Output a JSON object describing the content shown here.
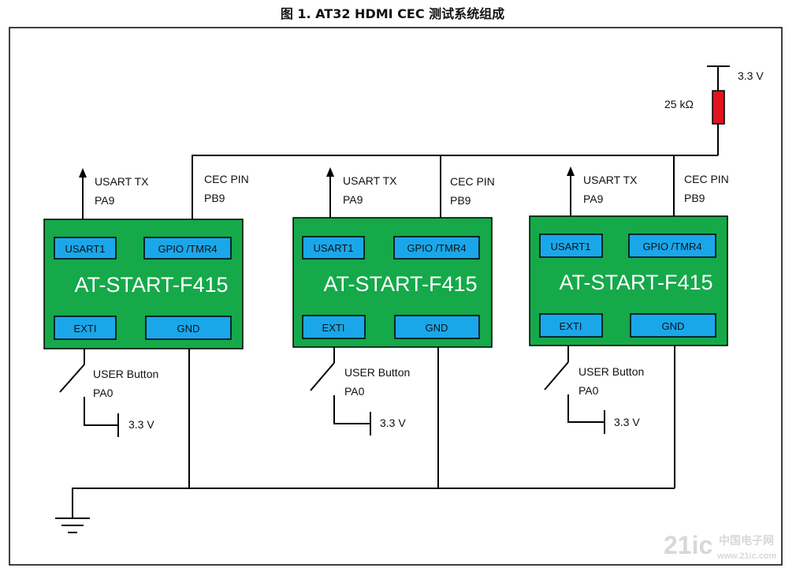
{
  "figure_title": "图 1. AT32 HDMI CEC 测试系统组成",
  "supply": {
    "voltage": "3.3 V",
    "resistor": "25 kΩ"
  },
  "boards": [
    {
      "name": "AT-START-F415",
      "pin_tl": "USART1",
      "pin_tr": "GPIO /TMR4",
      "pin_bl": "EXTI",
      "pin_br": "GND",
      "usart_label": "USART TX",
      "usart_pin": "PA9",
      "cec_label": "CEC PIN",
      "cec_pin": "PB9",
      "button_label": "USER Button",
      "button_pin": "PA0",
      "button_supply": "3.3 V"
    },
    {
      "name": "AT-START-F415",
      "pin_tl": "USART1",
      "pin_tr": "GPIO /TMR4",
      "pin_bl": "EXTI",
      "pin_br": "GND",
      "usart_label": "USART TX",
      "usart_pin": "PA9",
      "cec_label": "CEC PIN",
      "cec_pin": "PB9",
      "button_label": "USER Button",
      "button_pin": "PA0",
      "button_supply": "3.3 V"
    },
    {
      "name": "AT-START-F415",
      "pin_tl": "USART1",
      "pin_tr": "GPIO /TMR4",
      "pin_bl": "EXTI",
      "pin_br": "GND",
      "usart_label": "USART TX",
      "usart_pin": "PA9",
      "cec_label": "CEC PIN",
      "cec_pin": "PB9",
      "button_label": "USER Button",
      "button_pin": "PA0",
      "button_supply": "3.3 V"
    }
  ],
  "watermark": {
    "logo": "21ic",
    "cn": "中国电子网",
    "url": "www.21ic.com"
  },
  "colors": {
    "board": "#15a94a",
    "pin": "#1aa7ea",
    "resistor": "#e0141e",
    "wire": "#000000"
  }
}
